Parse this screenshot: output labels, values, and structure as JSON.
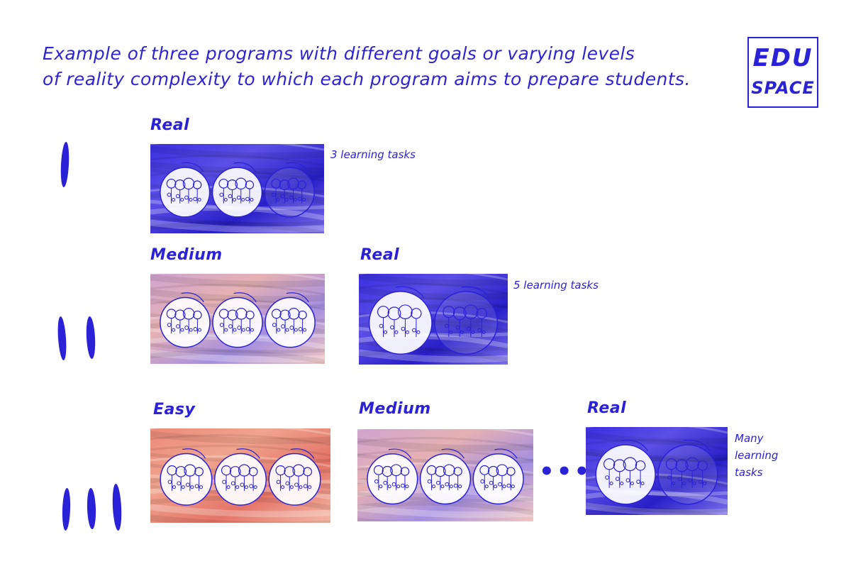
{
  "title": {
    "line1": "Example of three programs with different goals or varying levels",
    "line2": "of reality complexity to which each program aims to prepare students."
  },
  "logo": {
    "line1": "EDU",
    "line2": "SPACE"
  },
  "colors": {
    "ink": "#2b22d8",
    "real": "#3b2fd8",
    "medium": "#c8a0c8",
    "easy": "#e9877a"
  },
  "rows": [
    {
      "numeral": "I",
      "panels": [
        {
          "label": "Real",
          "level": "real",
          "circles": 3
        }
      ],
      "note": "3 learning tasks"
    },
    {
      "numeral": "II",
      "panels": [
        {
          "label": "Medium",
          "level": "medium",
          "circles": 3
        },
        {
          "label": "Real",
          "level": "real",
          "circles": 2
        }
      ],
      "note": "5 learning tasks"
    },
    {
      "numeral": "III",
      "panels": [
        {
          "label": "Easy",
          "level": "easy",
          "circles": 3
        },
        {
          "label": "Medium",
          "level": "medium",
          "circles": 3
        },
        {
          "label": "Real",
          "level": "real",
          "circles": 2
        }
      ],
      "ellipsis": "•••",
      "note_lines": [
        "Many",
        "learning",
        "tasks"
      ]
    }
  ]
}
